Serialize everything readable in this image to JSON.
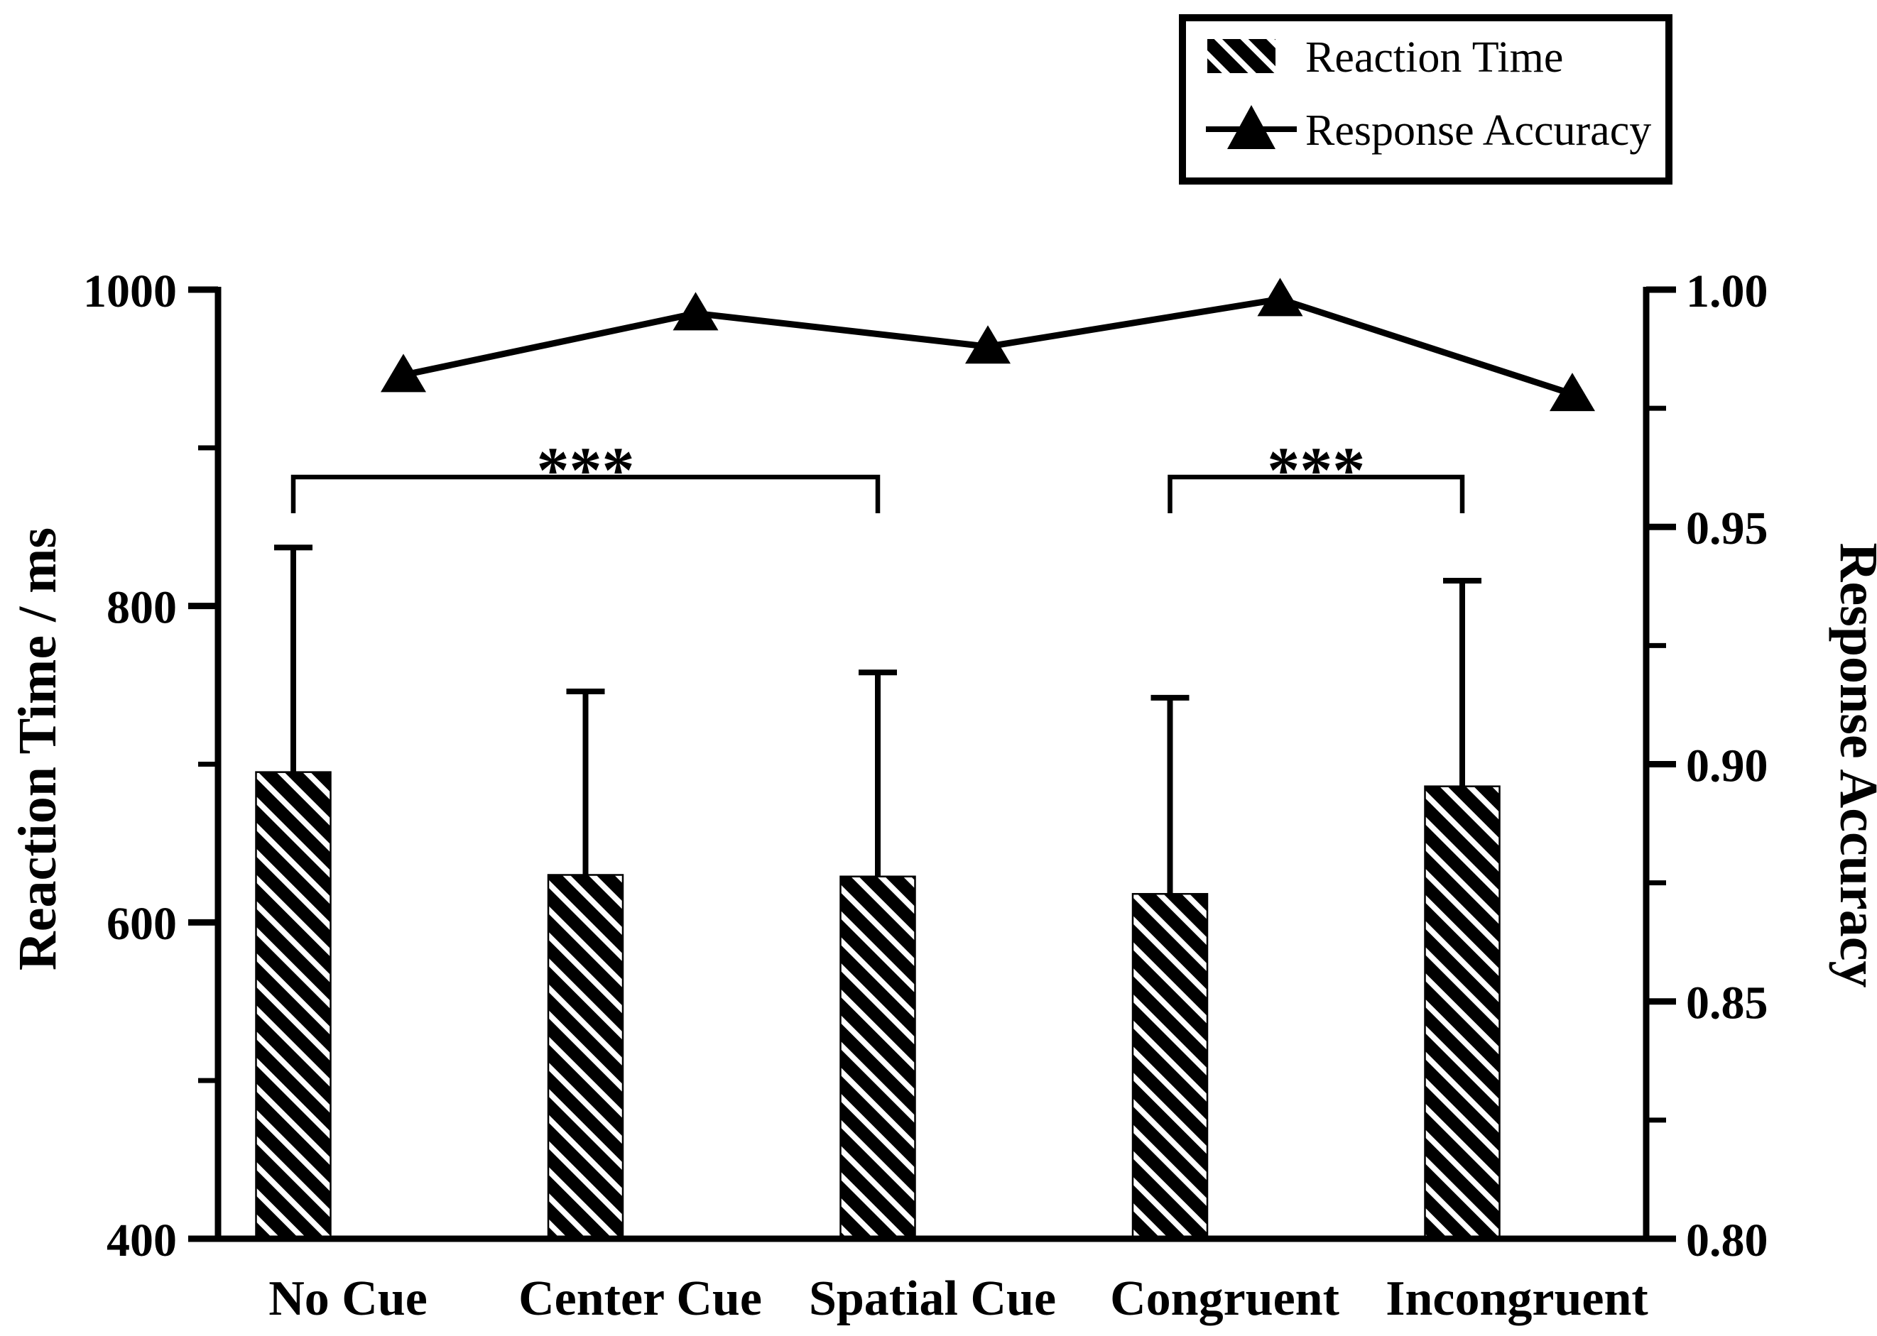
{
  "figure": {
    "background": "#ffffff",
    "ink": "#000000"
  },
  "legend": {
    "position": "top-right",
    "items": [
      {
        "label": "Reaction Time",
        "marker": "hatched-bar-swatch"
      },
      {
        "label": "Response Accuracy",
        "marker": "filled-triangle-on-line"
      }
    ]
  },
  "chart_data": {
    "type": "combo-bar-line",
    "categories": [
      "No Cue",
      "Center Cue",
      "Spatial Cue",
      "Congruent",
      "Incongruent"
    ],
    "series": [
      {
        "name": "Reaction Time",
        "plot": "bar",
        "axis": "left",
        "fill": "diagonal-hatch",
        "values": [
          695,
          630,
          629,
          618,
          686
        ],
        "error_plus": [
          142,
          116,
          129,
          124,
          130
        ]
      },
      {
        "name": "Response Accuracy",
        "plot": "line",
        "axis": "right",
        "marker": "filled-triangle",
        "values": [
          0.982,
          0.995,
          0.988,
          0.998,
          0.978
        ]
      }
    ],
    "left_axis": {
      "title": "Reaction Time / ms",
      "min": 400,
      "max": 1000,
      "major_ticks": [
        1000,
        800,
        600,
        400
      ],
      "major_tick_labels": [
        "1000",
        "800",
        "600",
        "400"
      ],
      "minor_ticks": [
        900,
        700,
        500
      ]
    },
    "right_axis": {
      "title": "Response Accuracy",
      "min": 0.8,
      "max": 1.0,
      "major_ticks": [
        1.0,
        0.95,
        0.9,
        0.85,
        0.8
      ],
      "major_tick_labels": [
        "1.00",
        "0.95",
        "0.90",
        "0.85",
        "0.80"
      ],
      "minor_ticks": [
        0.975,
        0.925,
        0.875,
        0.825
      ]
    },
    "significance_brackets": [
      {
        "from_category": "No Cue",
        "to_category": "Spatial Cue",
        "label": "***"
      },
      {
        "from_category": "Congruent",
        "to_category": "Incongruent",
        "label": "***"
      }
    ],
    "legend_position": "top-right",
    "grid": false,
    "colors": {
      "ink": "#000000",
      "background": "#ffffff"
    }
  }
}
